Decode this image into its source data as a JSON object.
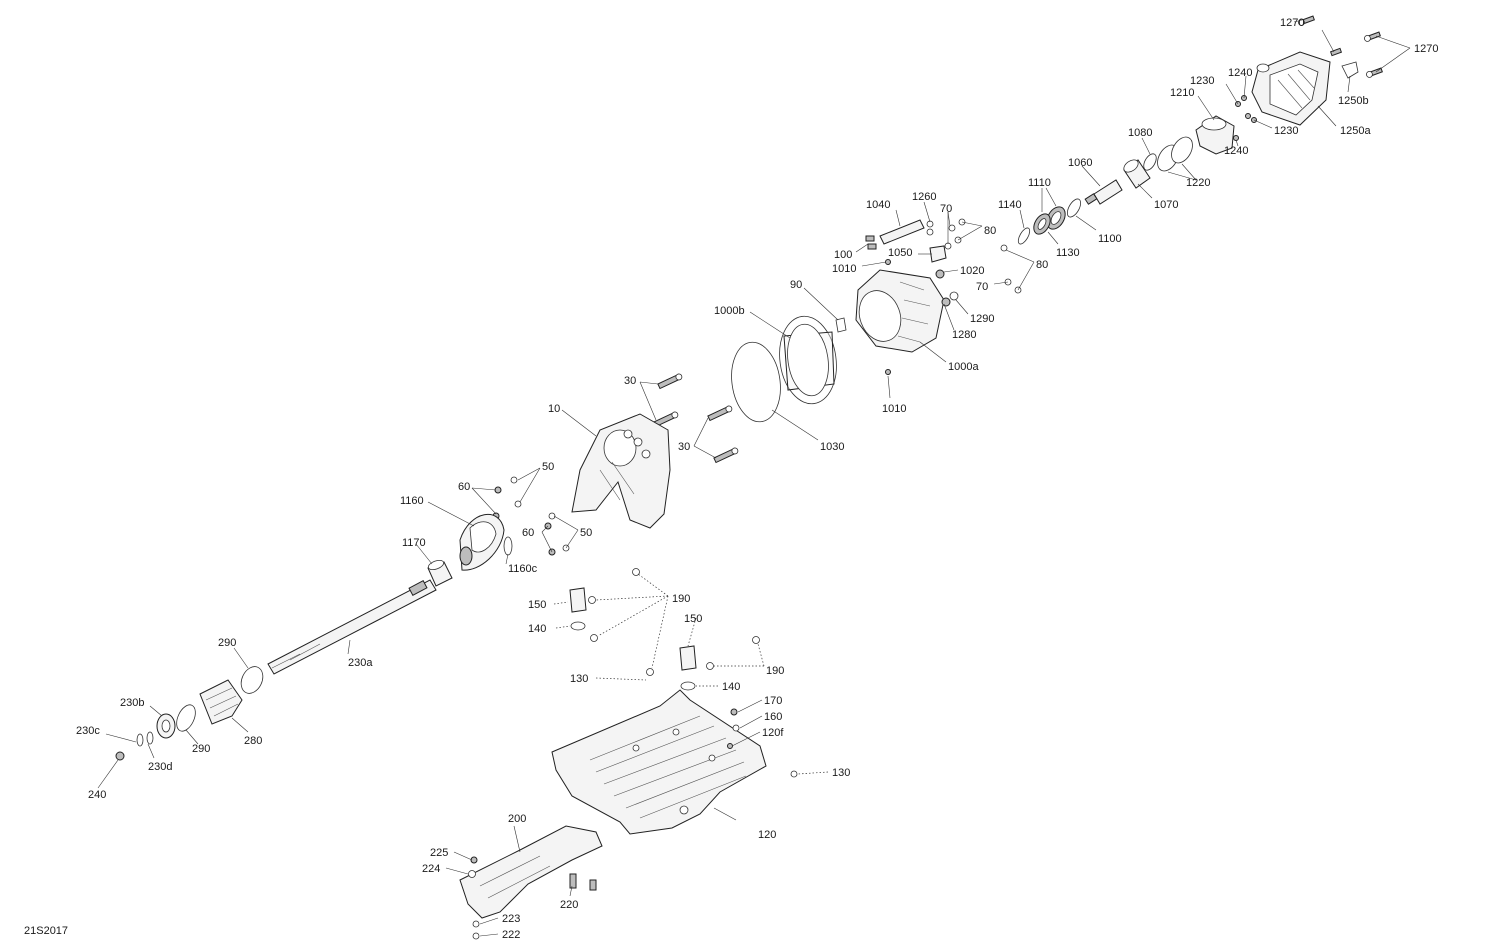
{
  "diagram": {
    "doc_id": "21S2017",
    "labels": {
      "l1270a": "1270",
      "l1270b": "1270",
      "l1240a": "1240",
      "l1240b": "1240",
      "l1230a": "1230",
      "l1230b": "1230",
      "l1210": "1210",
      "l1250a": "1250a",
      "l1250b": "1250b",
      "l1080": "1080",
      "l1220": "1220",
      "l1060": "1060",
      "l1070": "1070",
      "l1110": "1110",
      "l1140": "1140",
      "l1130": "1130",
      "l1100": "1100",
      "l1040": "1040",
      "l1260": "1260",
      "l70a": "70",
      "l80a": "80",
      "l100": "100",
      "l1050": "1050",
      "l1010a": "1010",
      "l1020": "1020",
      "l80b": "80",
      "l70b": "70",
      "l90": "90",
      "l1000b": "1000b",
      "l1290": "1290",
      "l1280": "1280",
      "l1000a": "1000a",
      "l1010b": "1010",
      "l30a": "30",
      "l10": "10",
      "l30b": "30",
      "l1030": "1030",
      "l50a": "50",
      "l60a": "60",
      "l1160": "1160",
      "l60b": "60",
      "l50b": "50",
      "l1170": "1170",
      "l1160c": "1160c",
      "l150a": "150",
      "l190a": "190",
      "l140a": "140",
      "l150b": "150",
      "l190b": "190",
      "l130a": "130",
      "l140b": "140",
      "l290a": "290",
      "l230a": "230a",
      "l230b": "230b",
      "l290b": "290",
      "l280": "280",
      "l230c": "230c",
      "l230d": "230d",
      "l240": "240",
      "l170": "170",
      "l160": "160",
      "l120f": "120f",
      "l130b": "130",
      "l120": "120",
      "l200": "200",
      "l225": "225",
      "l224": "224",
      "l220": "220",
      "l223": "223",
      "l222": "222"
    }
  }
}
